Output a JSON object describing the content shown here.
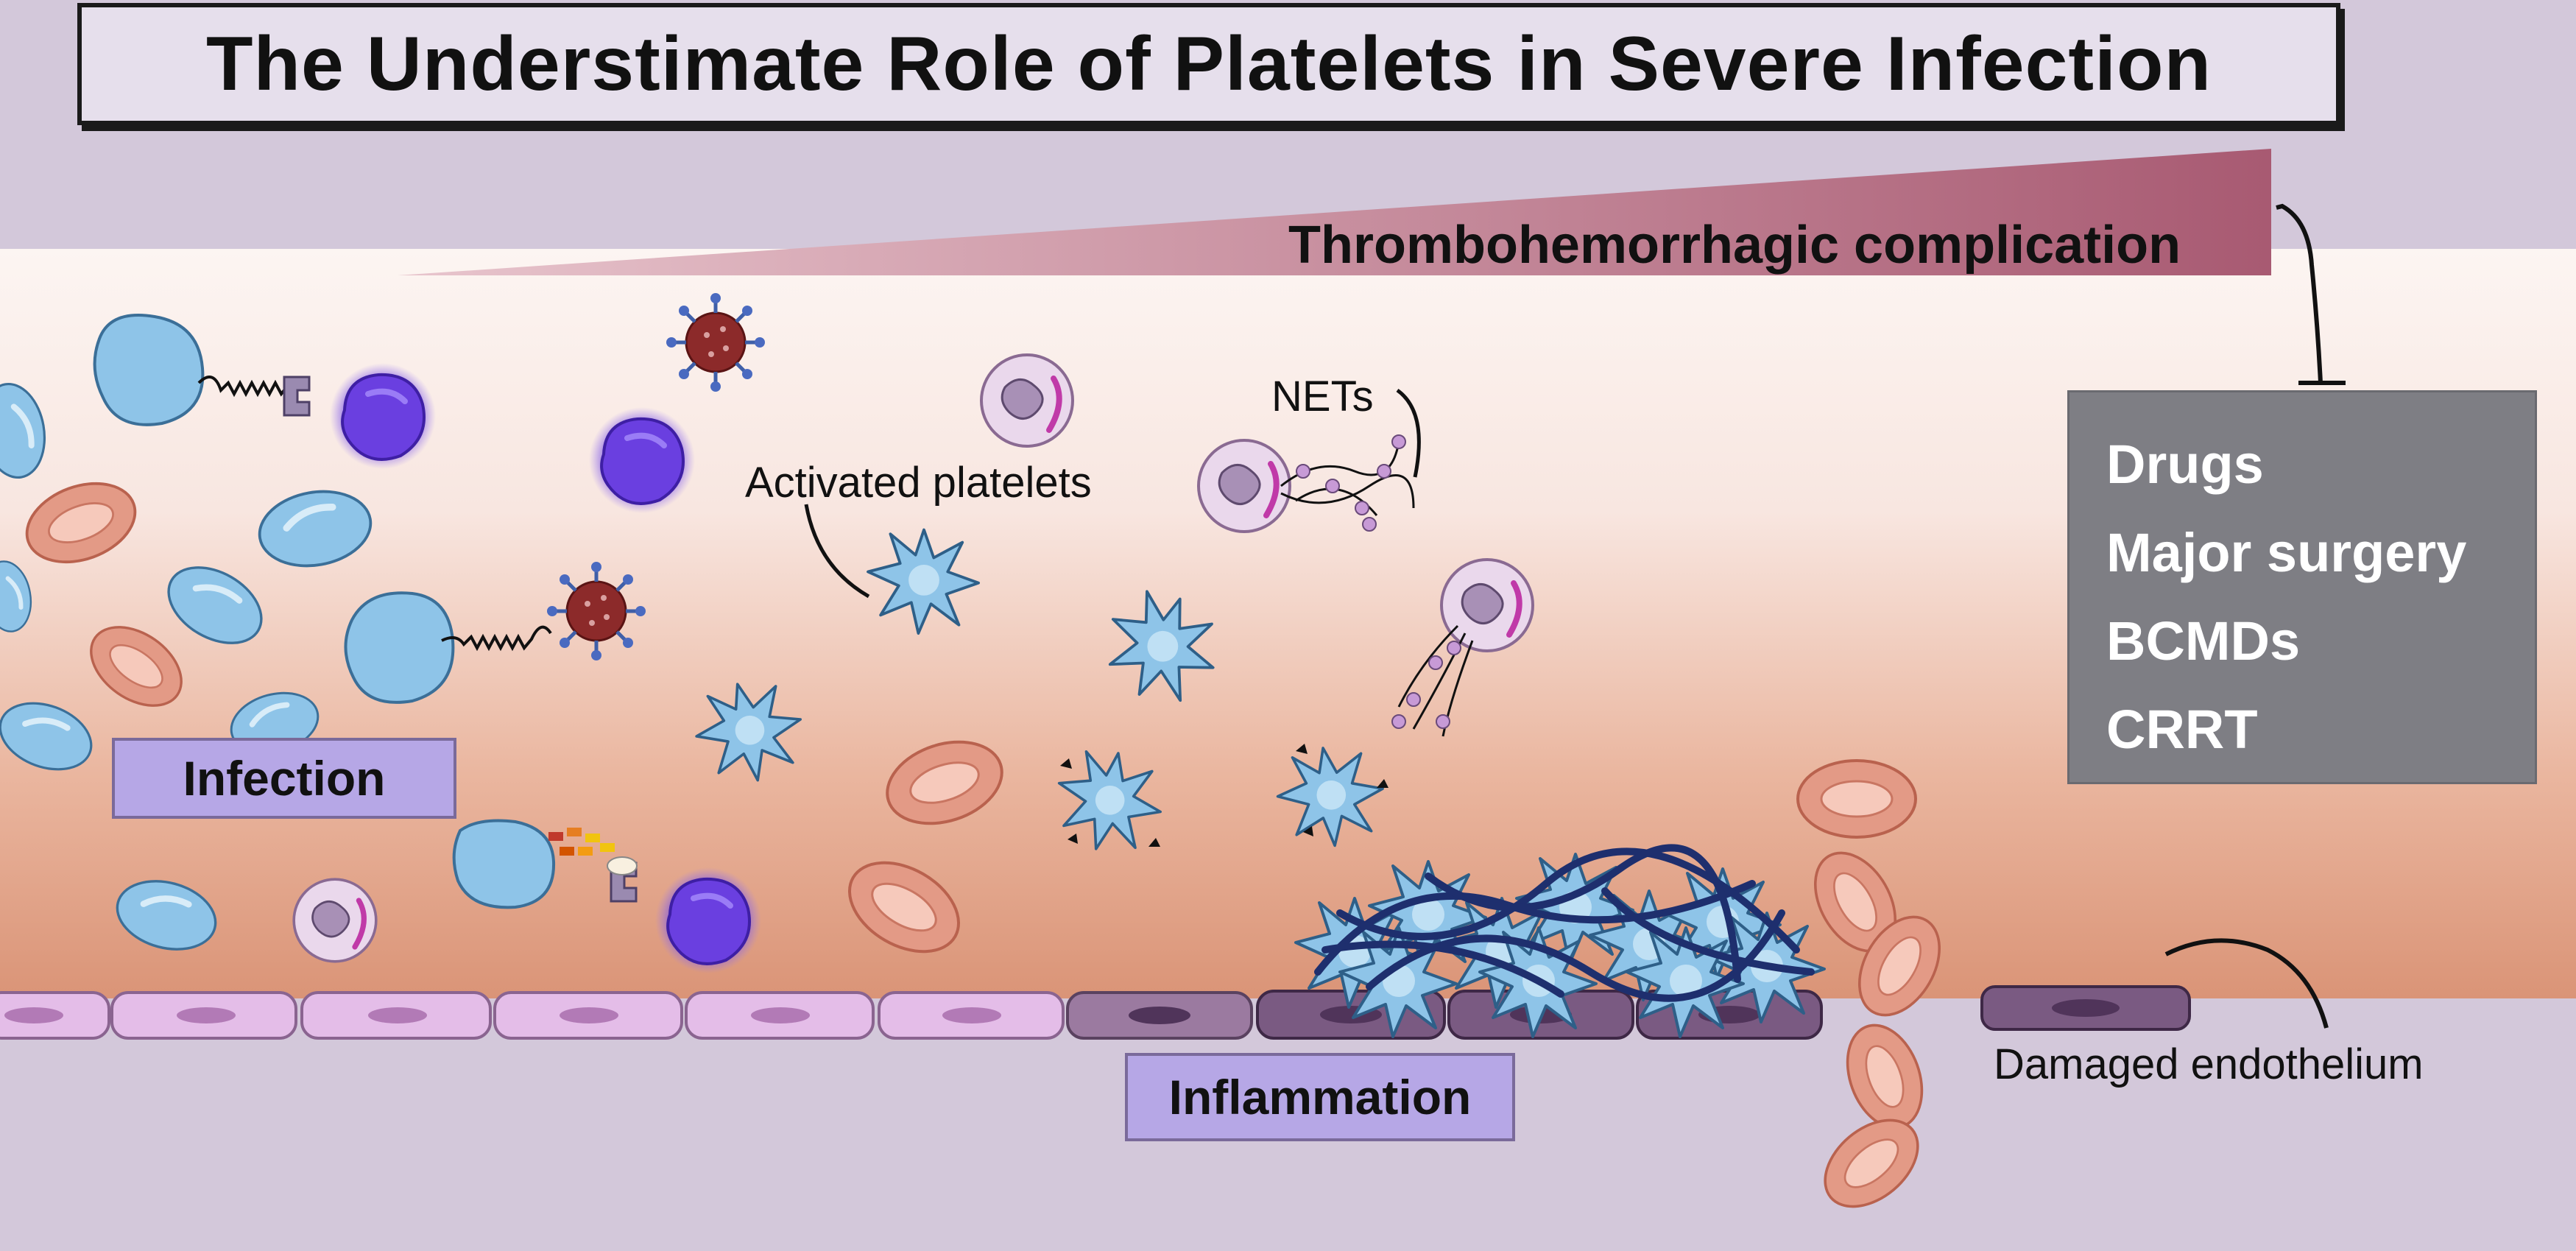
{
  "title": "The Understimate Role of Platelets in Severe Infection",
  "labels": {
    "thrombohemorrhagic": "Thrombohemorrhagic complication",
    "nets": "NETs",
    "activated_platelets": "Activated platelets",
    "infection": "Infection",
    "inflammation": "Inflammation",
    "damaged_endothelium": "Damaged endothelium"
  },
  "risk_factors": [
    "Drugs",
    "Major surgery",
    "BCMDs",
    "CRRT"
  ],
  "colors": {
    "background": "#d3c8da",
    "vessel_top": "#fbf3f0",
    "vessel_bottom": "#dd9a7c",
    "label_box": "#b6a7e6",
    "risk_box": "#7e7e84",
    "wedge": "#b56a80",
    "platelet": "#8ec4e8",
    "neutrophil": "#ead8ec",
    "lymphocyte": "#6a3fe0",
    "virus": "#8c2a2a",
    "red_blood_cell": "#e39a86",
    "endothelium_healthy": "#e4bde8",
    "endothelium_damaged": "#7a5a82",
    "fibrin": "#1e2f6e"
  }
}
